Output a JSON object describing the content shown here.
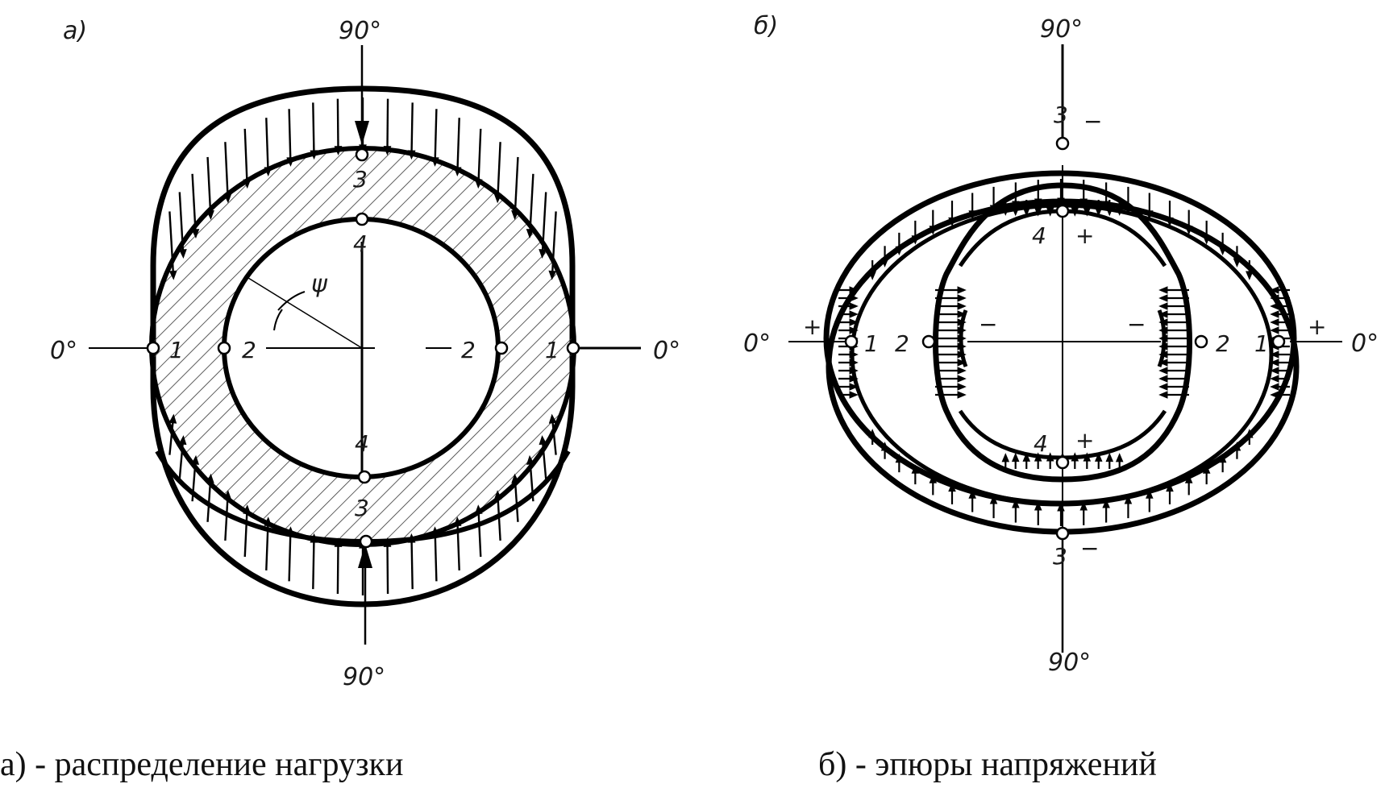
{
  "panel_a": {
    "letter": "а)",
    "angle_top": "90°",
    "angle_bottom": "90°",
    "angle_left": "0°",
    "angle_right": "0°",
    "angle_symbol": "ψ",
    "points": {
      "p1": "1",
      "p2": "2",
      "p3": "3",
      "p4": "4"
    }
  },
  "panel_b": {
    "letter": "б)",
    "angle_top": "90°",
    "angle_bottom": "90°",
    "angle_left": "0°",
    "angle_right": "0°",
    "points": {
      "p1": "1",
      "p2": "2",
      "p3": "3",
      "p4": "4"
    },
    "signs": {
      "plus": "+",
      "minus": "−"
    }
  },
  "captions": {
    "a": "а) - распределение нагрузки",
    "b": "б) - эпюры напряжений"
  }
}
